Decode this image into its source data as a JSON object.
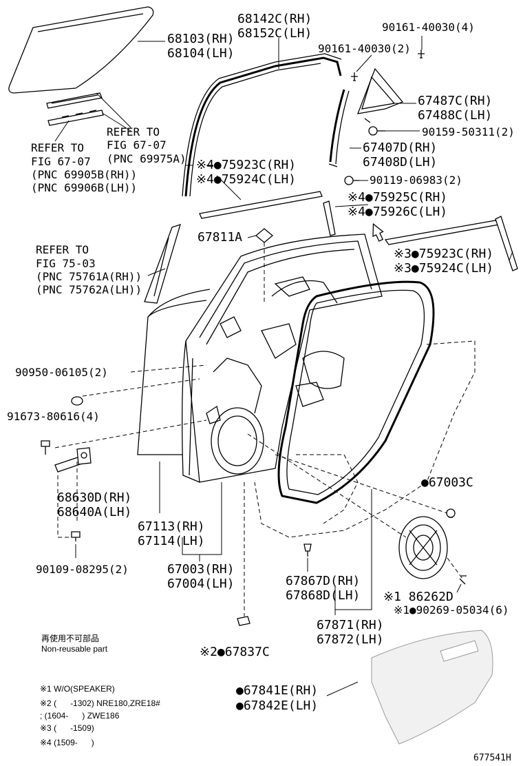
{
  "labels": {
    "p68103": "68103(RH)",
    "p68104": "68104(LH)",
    "p68142": "68142C(RH)",
    "p68152": "68152C(LH)",
    "p90161a": "90161-40030(4)",
    "p90161b": "90161-40030(2)",
    "p67487": "67487C(RH)",
    "p67488": "67488C(LH)",
    "p90159": "90159-50311(2)",
    "p67407": "67407D(RH)",
    "p67408": "67408D(LH)",
    "p90119": "90119-06983(2)",
    "p75923a": "※4●75923C(RH)",
    "p75924a": "※4●75924C(LH)",
    "p75925": "※4●75925C(RH)",
    "p75926": "※4●75926C(LH)",
    "p75923b": "※3●75923C(RH)",
    "p75924b": "※3●75924C(LH)",
    "p67811": "67811A",
    "ref1_1": "REFER TO",
    "ref1_2": "FIG 67-07",
    "ref1_3": "(PNC 69905B(RH))",
    "ref1_4": "(PNC 69906B(LH))",
    "ref2_1": "REFER TO",
    "ref2_2": "FIG 67-07",
    "ref2_3": "(PNC 69975A)",
    "ref3_1": "REFER TO",
    "ref3_2": "FIG 75-03",
    "ref3_3": "(PNC 75761A(RH))",
    "ref3_4": "(PNC 75762A(LH))",
    "p90950": "90950-06105(2)",
    "p91673": "91673-80616(4)",
    "p68630": "68630D(RH)",
    "p68640": "68640A(LH)",
    "p90109": "90109-08295(2)",
    "p67113": "67113(RH)",
    "p67114": "67114(LH)",
    "p67003rh": "67003(RH)",
    "p67004": "67004(LH)",
    "p67003c": "●67003C",
    "p67867": "67867D(RH)",
    "p67868": "67868D(LH)",
    "p86262": "※1 86262D",
    "p90269": "※1●90269-05034(6)",
    "p67871": "67871(RH)",
    "p67872": "67872(LH)",
    "p67837": "※2●67837C",
    "p67841": "●67841E(RH)",
    "p67842": "●67842E(LH)",
    "diagram_id": "677541H"
  },
  "legend": {
    "jp": "再使用不可部品",
    "en": "Non-reusable part"
  },
  "notes": {
    "n1": "※1 W/O(SPEAKER)",
    "n2a": "※2 (      -1302) NRE180,ZRE18#",
    "n2b": "; (1604-      ) ZWE186",
    "n3": "※3 (      -1509)",
    "n4": "※4 (1509-      )"
  }
}
